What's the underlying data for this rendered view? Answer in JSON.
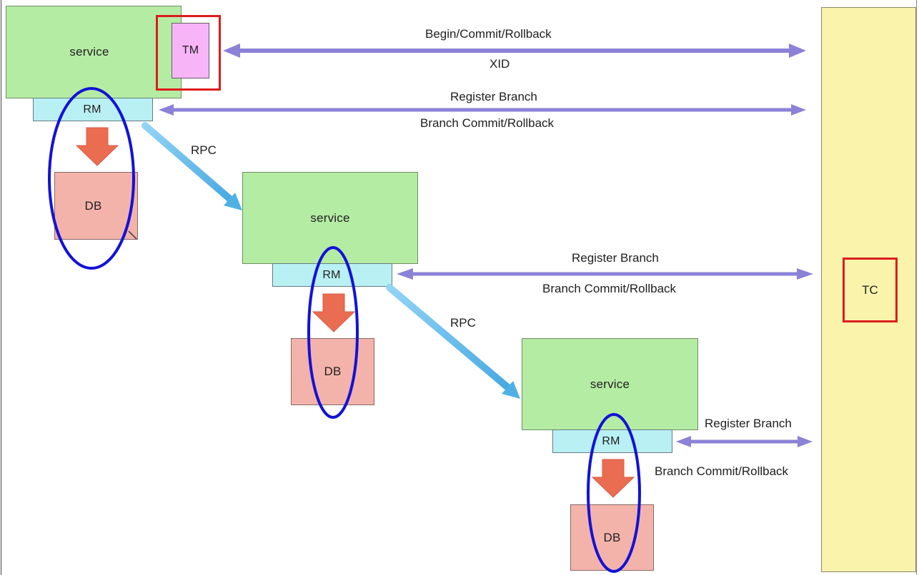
{
  "tc_label": "TC",
  "tm_label": "TM",
  "service_label": "service",
  "rm_label": "RM",
  "db_label": "DB",
  "rpc_label": "RPC",
  "message_labels": {
    "begin_commit_rollback": "Begin/Commit/Rollback",
    "xid": "XID",
    "register_branch": "Register Branch",
    "branch_commit_rollback": "Branch Commit/Rollback"
  },
  "colors": {
    "service": "#b5eca3",
    "rm": "#b9f0f4",
    "db": "#f4b3aa",
    "tm": "#f7b5f7",
    "tc_panel": "#f9f3ac",
    "highlight_red": "#dd1c1c",
    "ellipse_blue": "#1212d8",
    "message_arrow": "#8b82d7",
    "rpc_arrow": "#62b7ea",
    "data_arrow": "#ea6d52"
  }
}
